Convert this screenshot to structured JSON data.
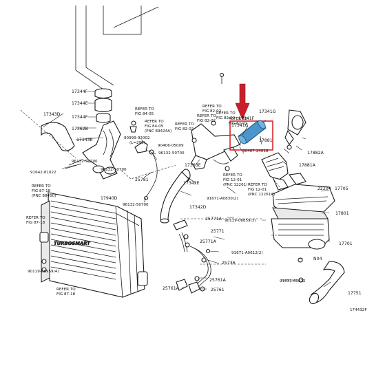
{
  "diagram": {
    "id_code": "174432F",
    "watermark": "TURBOSMART",
    "colors": {
      "highlight_hose": "#4a95cc",
      "highlight_box": "#d7262b",
      "arrow": "#c8202a"
    },
    "labels": {
      "p17344F_a": "17344F",
      "p17344E": "17344E",
      "p17344F_b": "17344F",
      "p17343D": "17343D",
      "p17362B": "17362B",
      "p17343E": "17343E",
      "p96132_50700_a": "96132-50700",
      "p91642_81022": "91642-81022",
      "p90999_92002": "90999-92002",
      "p90999_92002_sub": "(L=290)",
      "p90406_05009": "90406-05009",
      "p96132_50700_b": "96132-50700",
      "p25781": "25781",
      "p96132_50700_c": "96132-50700",
      "p17940D": "17940D",
      "p17363E": "17363E",
      "p17342E": "17342E",
      "p17342D": "17342D",
      "p17341G_a": "17341G",
      "p17341F": "17341F",
      "p17341G_b": "17341G",
      "p17881": "17881",
      "p90467_24018": "90467-24018",
      "p17882A": "17882A",
      "p17881A": "17881A",
      "p22204": "22204",
      "p17705": "17705",
      "p17801": "17801",
      "p17701": "17701",
      "pN04": "N04",
      "p17751": "17751",
      "p90119_06859": "90119-06859(3)",
      "p91671_A0612": "91671-A0612(2)",
      "p91671_A0830": "91671-A0830(2)",
      "p91631_60622": "91631-60622",
      "p25771A_a": "25771A",
      "p25771": "25771",
      "p25771A_b": "25771A",
      "p25736": "25736",
      "p25761A_a": "25761A",
      "p25761A_b": "25761A",
      "p25761": "25761",
      "p90119_06959": "90119-06959(4)"
    },
    "refers": {
      "r84_05_a": [
        "REFER TO",
        "FIG 84-05"
      ],
      "r84_05_b": [
        "REFER TO",
        "FIG 84-05",
        "(PNC 89424A)"
      ],
      "r82_02_a": [
        "REFER TO",
        "FIG 82-02"
      ],
      "r82_02_b": [
        "REFER TO",
        "FIG 82-02"
      ],
      "r82_02_c": [
        "REFER TO",
        "FIG 82-02"
      ],
      "r82_02_d": [
        "REFER TO",
        "FIG 82-02"
      ],
      "r82_02_e": [
        "REFER TO",
        "FIG 82-02"
      ],
      "r12_01_a": [
        "REFER TO",
        "FIG 12-01",
        "(PNC 12261)"
      ],
      "r12_01_b": [
        "REFER TO",
        "FIG 12-01",
        "(PNC 12261A)"
      ],
      "r87_18_a": [
        "REFER TO",
        "FIG 87-18",
        "(PNC 88450)"
      ],
      "r87_18_b": [
        "REFER TO",
        "FIG 87-18"
      ],
      "r87_18_c": [
        "REFER TO",
        "FIG 87-18"
      ]
    }
  }
}
